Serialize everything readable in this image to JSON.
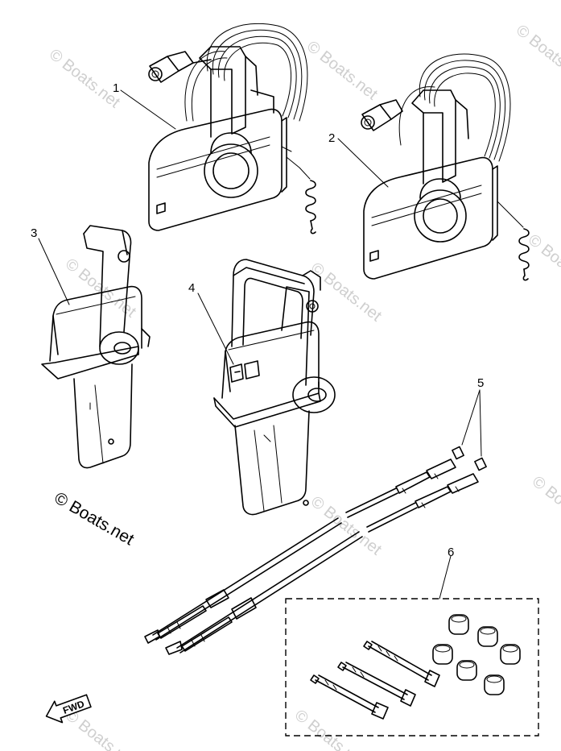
{
  "watermark": {
    "text": "© Boats.net"
  },
  "callouts": {
    "p1": "1",
    "p2": "2",
    "p3": "3",
    "p4": "4",
    "p5": "5",
    "p6": "6"
  },
  "fwd_label": "FWD",
  "colors": {
    "line": "#000000",
    "background": "#ffffff",
    "watermark": "#cfcfcf"
  }
}
